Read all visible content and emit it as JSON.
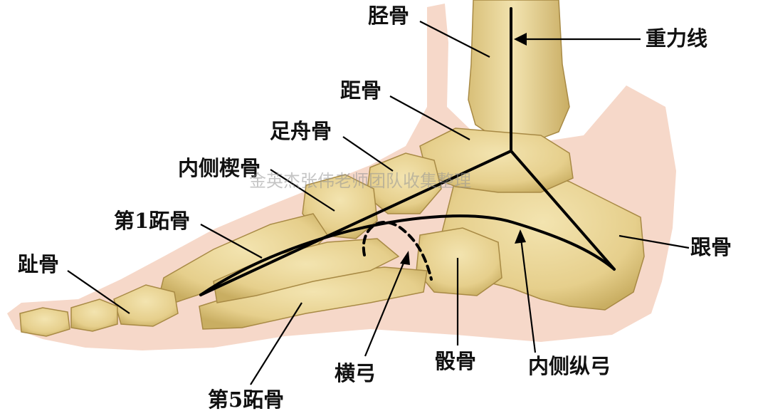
{
  "diagram": {
    "labels": {
      "tibia": "胫骨",
      "gravity_line": "重力线",
      "talus": "距骨",
      "navicular": "足舟骨",
      "medial_cuneiform": "内侧楔骨",
      "first_metatarsal": "第1跖骨",
      "phalanges": "趾骨",
      "calcaneus": "跟骨",
      "transverse_arch": "横弓",
      "cuboid": "骰骨",
      "medial_longitudinal_arch": "内侧纵弓",
      "fifth_metatarsal": "第5跖骨"
    },
    "watermark": "金英杰张伟老师团队收集整理",
    "colors": {
      "skin": "#f6d8c9",
      "bone": "#ead79a",
      "bone_shade": "#c9ae62",
      "line": "#000000"
    }
  }
}
